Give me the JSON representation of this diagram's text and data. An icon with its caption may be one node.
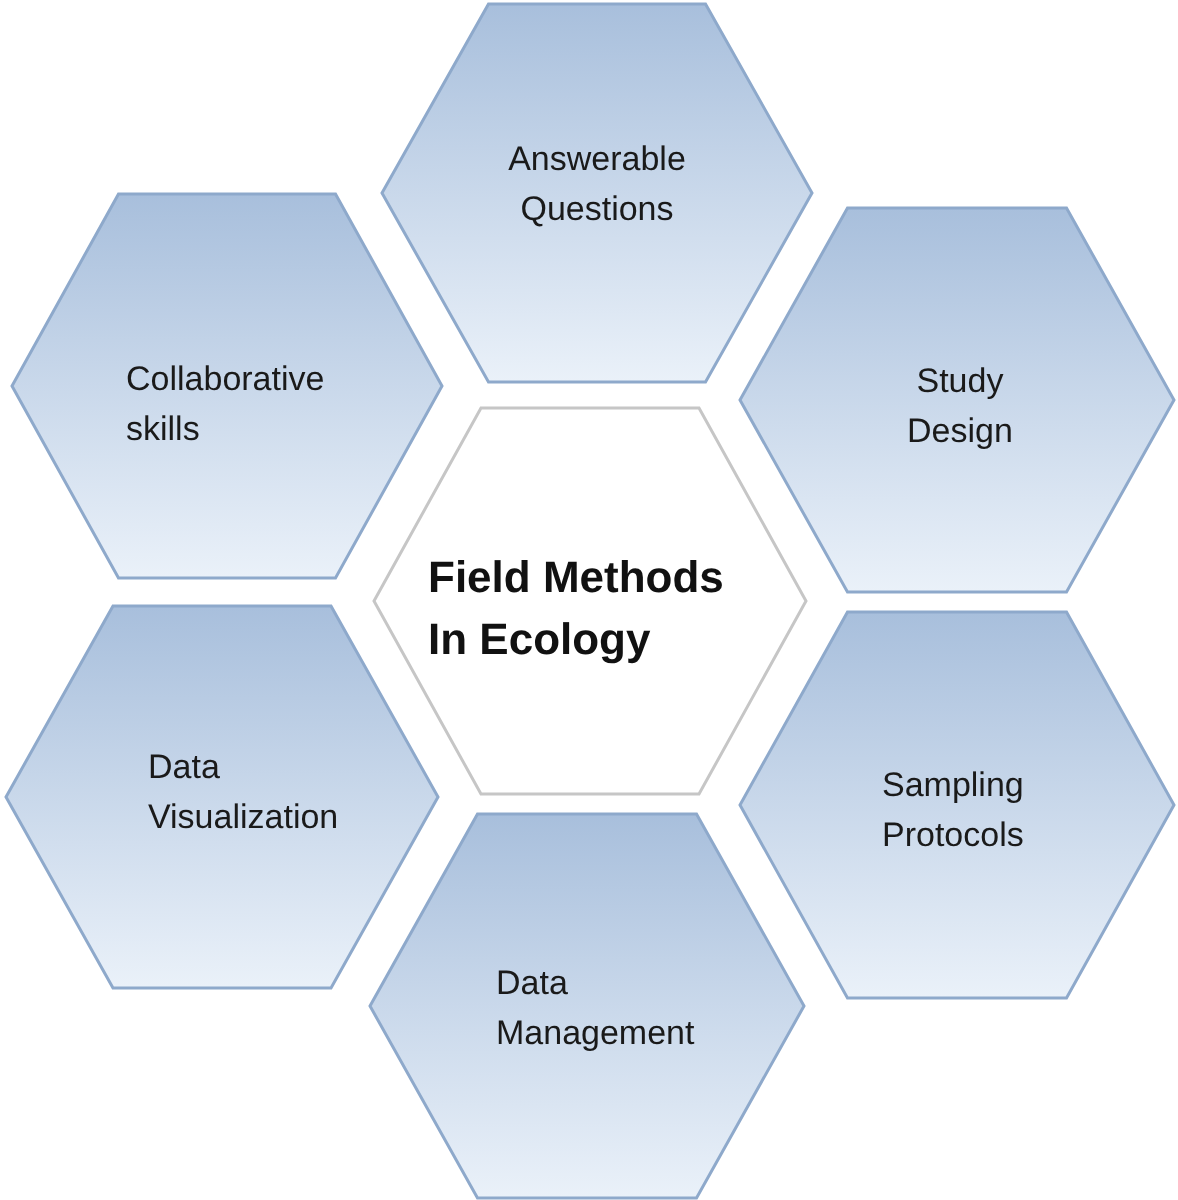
{
  "diagram": {
    "nodes": [
      {
        "text": [
          "Answerable Questions"
        ]
      },
      {
        "text": [
          "Collaborative skills"
        ]
      },
      {
        "text": [
          "Study Design"
        ]
      },
      {
        "text": [
          "Field Methods In Ecology"
        ]
      },
      {
        "text": [
          "Data Visualization"
        ]
      },
      {
        "text": [
          "Sampling Protocols"
        ]
      },
      {
        "text": [
          "Data Management"
        ]
      }
    ]
  }
}
